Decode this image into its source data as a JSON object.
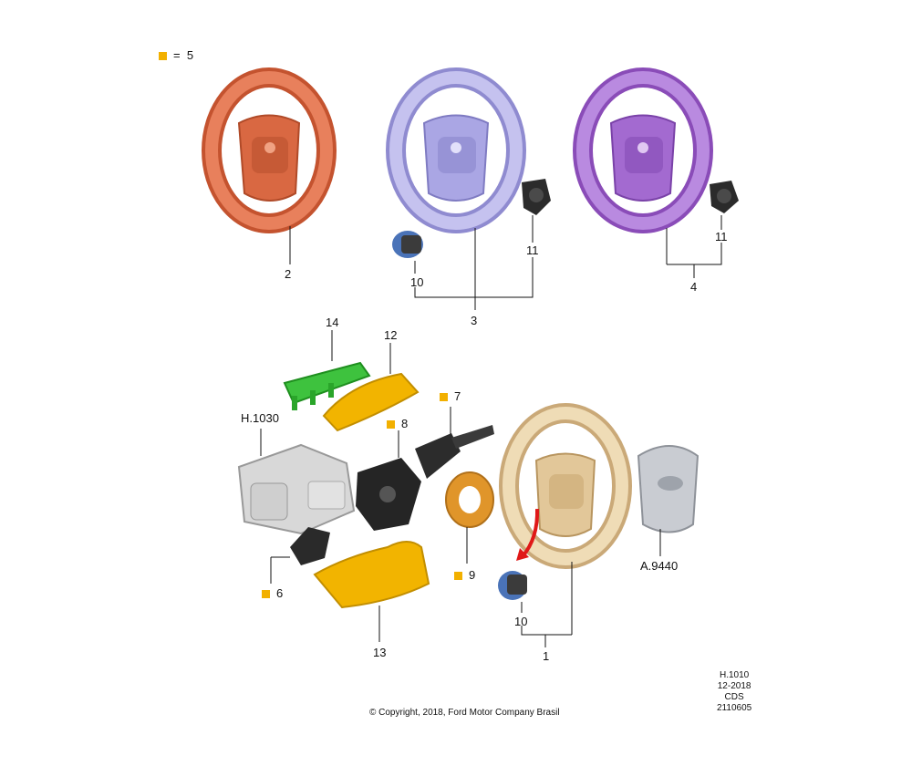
{
  "legend": {
    "square_color": "#f2b000",
    "equals": "=",
    "value": "5"
  },
  "callouts": [
    {
      "id": "c2",
      "text": "2"
    },
    {
      "id": "c10a",
      "text": "10"
    },
    {
      "id": "c11a",
      "text": "11"
    },
    {
      "id": "c3",
      "text": "3"
    },
    {
      "id": "c11b",
      "text": "11"
    },
    {
      "id": "c4",
      "text": "4"
    },
    {
      "id": "c14",
      "text": "14"
    },
    {
      "id": "c12",
      "text": "12"
    },
    {
      "id": "c7",
      "text": "7"
    },
    {
      "id": "c8",
      "text": "8"
    },
    {
      "id": "h1030",
      "text": "H.1030"
    },
    {
      "id": "c9",
      "text": "9"
    },
    {
      "id": "c6",
      "text": "6"
    },
    {
      "id": "c13",
      "text": "13"
    },
    {
      "id": "a9440",
      "text": "A.9440"
    },
    {
      "id": "c10b",
      "text": "10"
    },
    {
      "id": "c1",
      "text": "1"
    }
  ],
  "reference": {
    "line1": "H.1010",
    "line2": "12-2018",
    "line3": "CDS",
    "line4": "2110605"
  },
  "copyright": "© Copyright, 2018, Ford Motor Company Brasil",
  "colors": {
    "wheel_orange": "#e06a45",
    "wheel_lavender": "#b3b0e8",
    "wheel_purple": "#a96fd6",
    "wheel_beige": "#e6cfa3",
    "cover_yellow": "#f2b400",
    "bracket_green": "#3ec23e",
    "clockspring_orange": "#e0952a",
    "airbag_silver": "#c9ccd2",
    "dark_parts": "#2a2a2a",
    "blue_module": "#4a73b8",
    "arrow_red": "#e01818"
  }
}
